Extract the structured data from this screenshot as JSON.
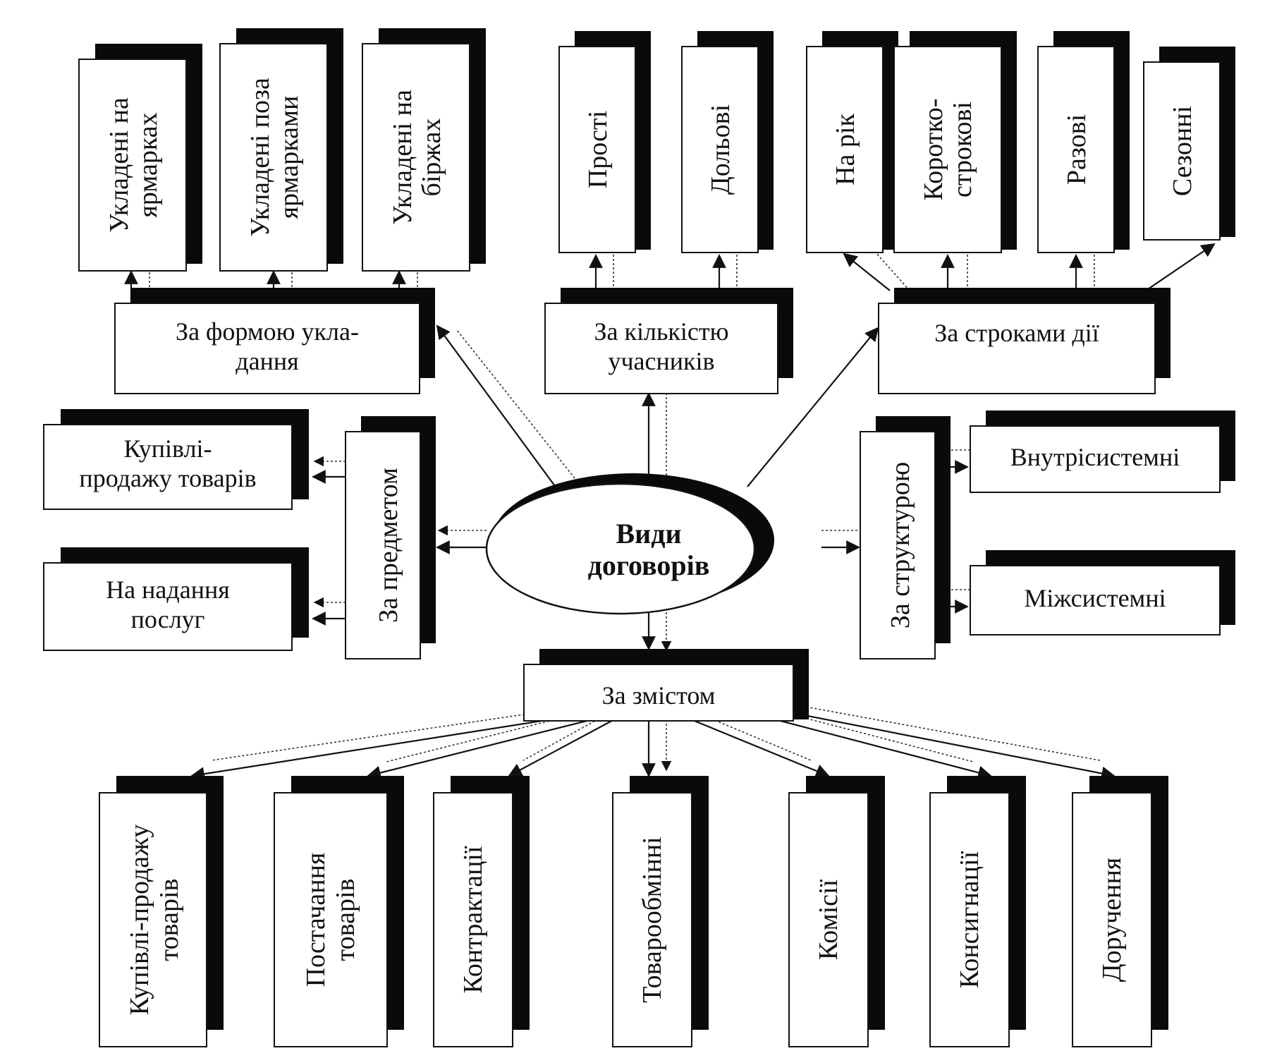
{
  "center": {
    "line1": "Види",
    "line2": "договорів"
  },
  "categories": {
    "form": {
      "line1": "За формою укла-",
      "line2": "дання"
    },
    "count": {
      "line1": "За кількістю",
      "line2": "учасників"
    },
    "term": {
      "line1": "За строками дії"
    },
    "subject": {
      "line1": "За предметом"
    },
    "structure": {
      "line1": "За структурою"
    },
    "content": {
      "line1": "За змістом"
    }
  },
  "form_items": [
    {
      "line1": "Укладені на",
      "line2": "ярмарках"
    },
    {
      "line1": "Укладені поза",
      "line2": "ярмарками"
    },
    {
      "line1": "Укладені на",
      "line2": "біржах"
    }
  ],
  "count_items": [
    {
      "line1": "Прості"
    },
    {
      "line1": "Дольові"
    }
  ],
  "term_items": [
    {
      "line1": "На рік"
    },
    {
      "line1": "Коротко-",
      "line2": "строкові"
    },
    {
      "line1": "Разові"
    },
    {
      "line1": "Сезонні"
    }
  ],
  "subject_items": [
    {
      "line1": "Купівлі-",
      "line2": "продажу товарів"
    },
    {
      "line1": "На надання",
      "line2": "послуг"
    }
  ],
  "structure_items": [
    {
      "line1": "Внутрісистемні"
    },
    {
      "line1": "Міжсистемні"
    }
  ],
  "content_items": [
    {
      "line1": "Купівлі-продажу",
      "line2": "товарів"
    },
    {
      "line1": "Постачання",
      "line2": "товарів"
    },
    {
      "line1": "Контрактації"
    },
    {
      "line1": "Товарообмінні"
    },
    {
      "line1": "Комісії"
    },
    {
      "line1": "Консигнації"
    },
    {
      "line1": "Доручення"
    }
  ]
}
